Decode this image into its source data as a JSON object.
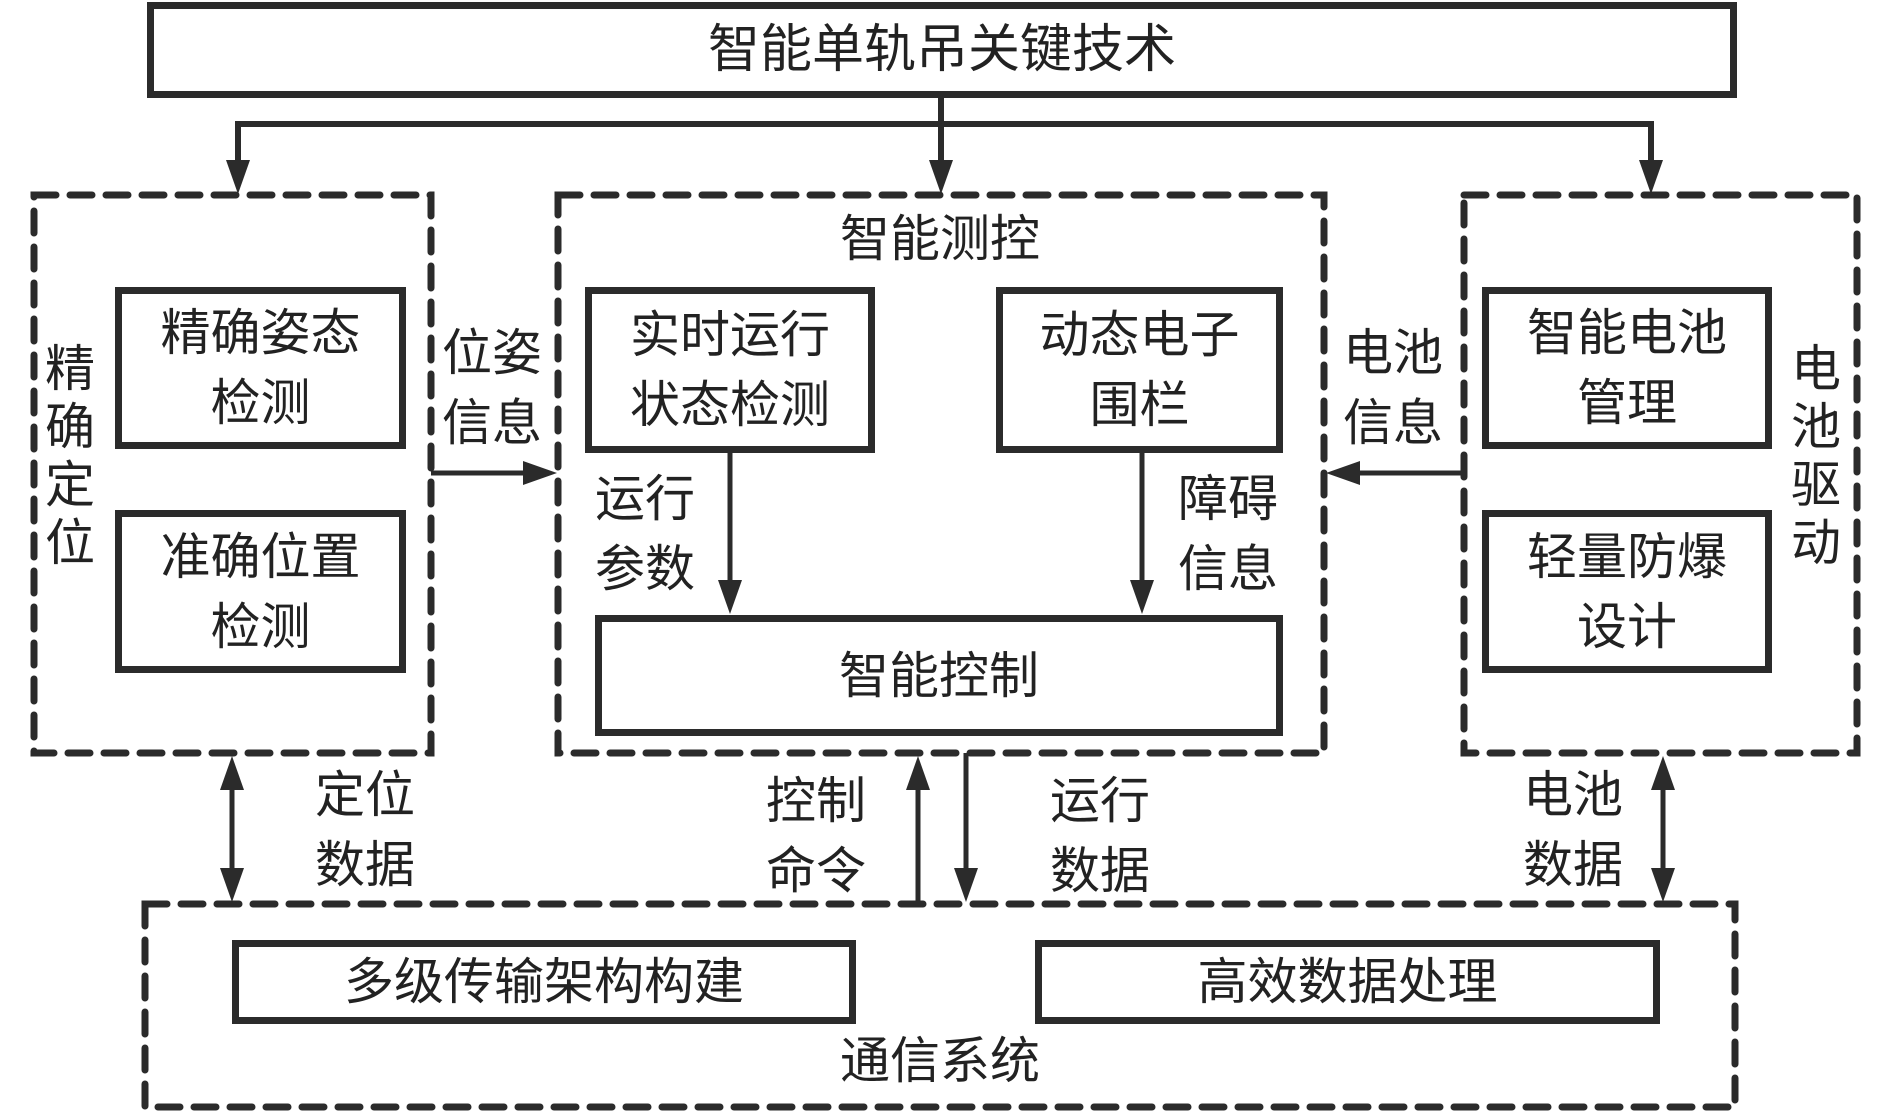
{
  "diagram": {
    "top": {
      "title": "智能单轨吊关键技术"
    },
    "positioning": {
      "panel_label": "精确定位",
      "boxes": [
        "精确姿态\n检测",
        "准确位置\n检测"
      ]
    },
    "measurement_control": {
      "panel_label": "智能测控",
      "boxes": [
        "实时运行\n状态检测",
        "动态电子\n围栏"
      ],
      "control_box": "智能控制"
    },
    "battery_drive": {
      "panel_label": "电池驱动",
      "boxes": [
        "智能电池\n管理",
        "轻量防爆\n设计"
      ]
    },
    "communication": {
      "panel_label": "通信系统",
      "boxes": [
        "多级传输架构构建",
        "高效数据处理"
      ]
    },
    "edge_labels": {
      "pose_info": "位姿\n信息",
      "battery_info": "电池\n信息",
      "run_params": "运行\n参数",
      "obstacle_info": "障碍\n信息",
      "position_data": "定位\n数据",
      "control_cmd": "控制\n命令",
      "run_data": "运行\n数据",
      "battery_data": "电池\n数据"
    },
    "colors": {
      "line": "#2b2b2b",
      "text": "#222222",
      "background": "#ffffff"
    }
  }
}
